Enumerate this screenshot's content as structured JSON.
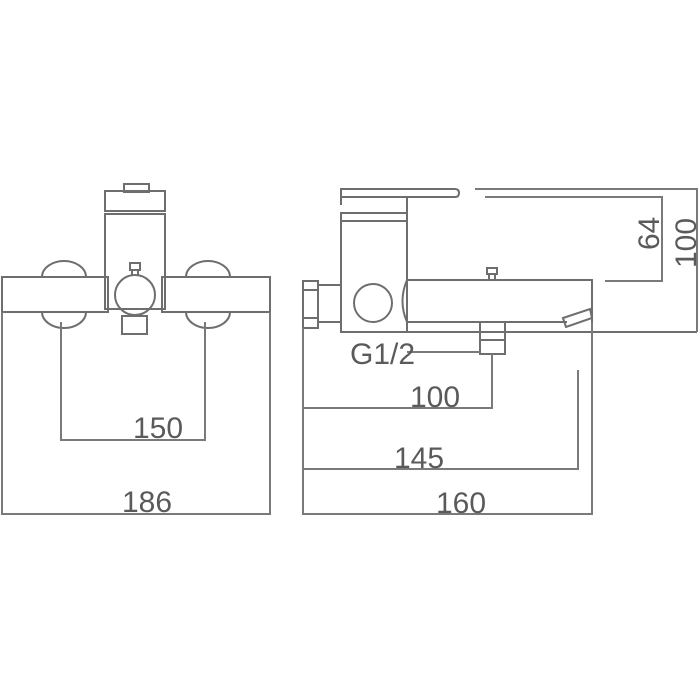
{
  "drawing": {
    "subject": "Wall-mounted bath mixer tap dimension drawing",
    "units": "mm",
    "line_color": "#6e6e6e",
    "text_color": "#5a5a5a",
    "front_view": {
      "dimensions": {
        "inlet_centers": "150",
        "overall_width": "186"
      }
    },
    "side_view": {
      "thread_label": "G1/2",
      "dimensions": {
        "wall_to_diverter": "100",
        "wall_to_spout_outlet": "145",
        "overall_depth": "160",
        "lever_to_body_top": "64",
        "overall_height": "100"
      }
    }
  }
}
